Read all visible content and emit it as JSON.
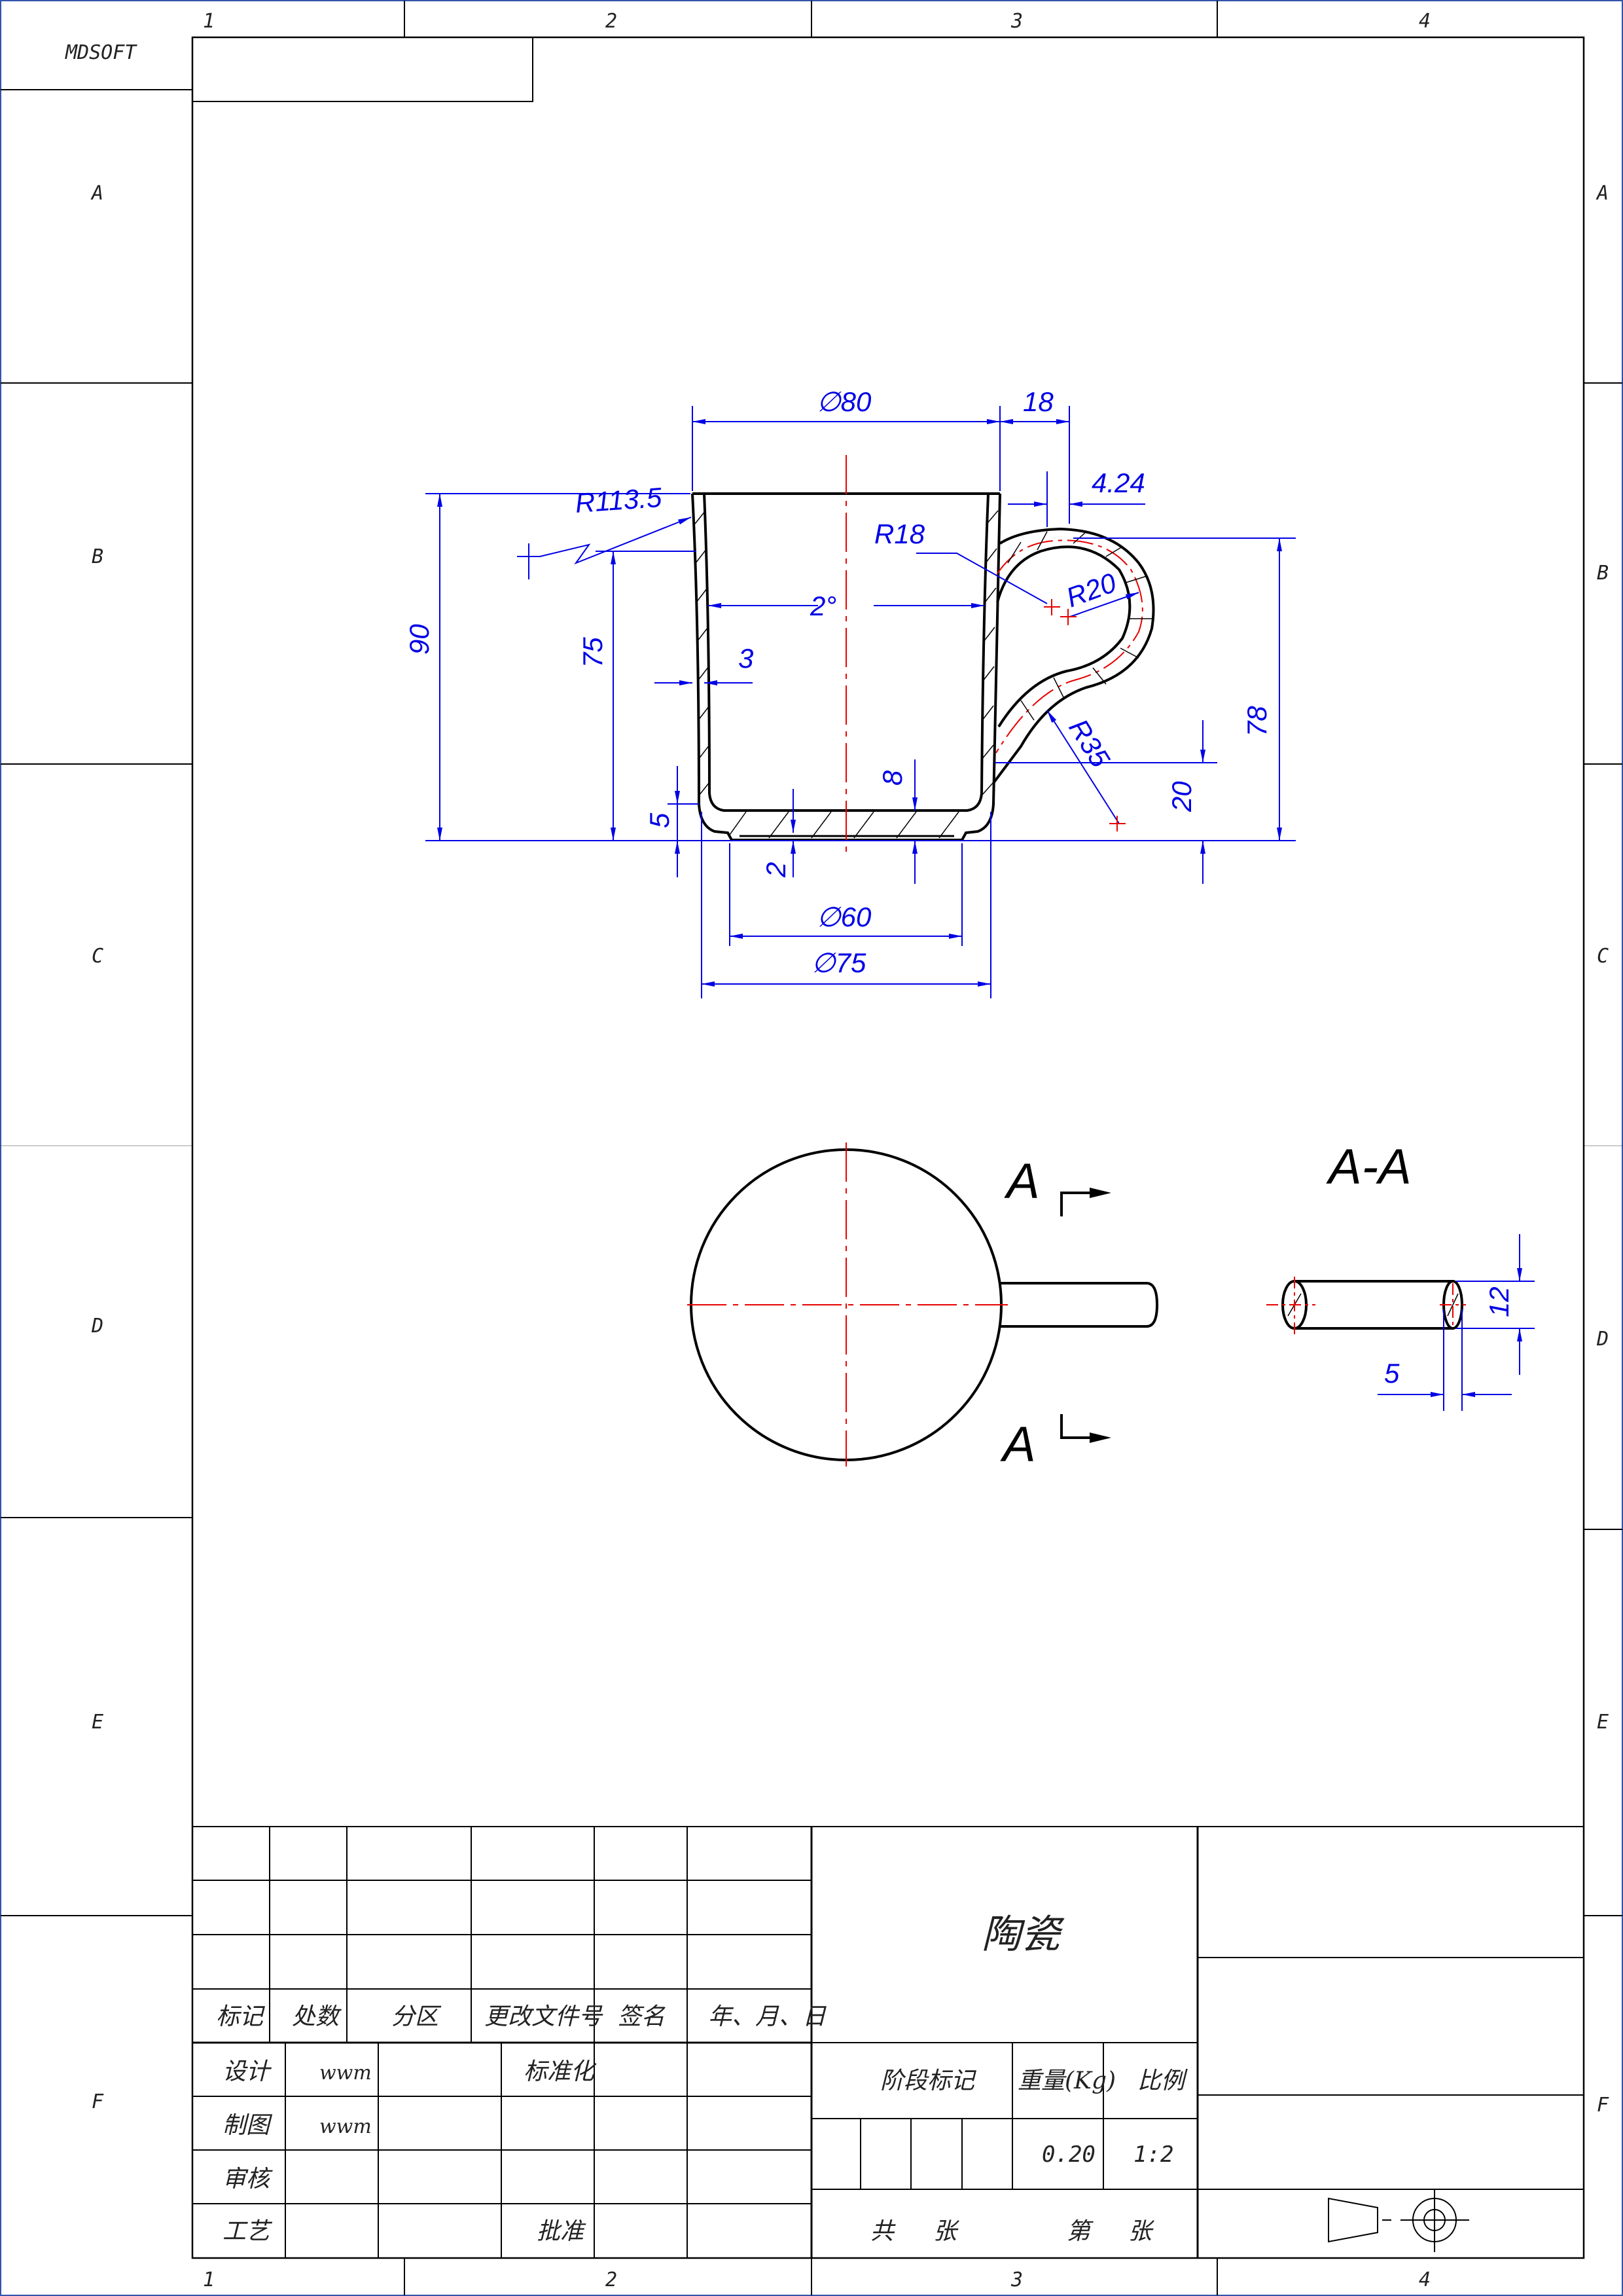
{
  "drawing": {
    "software": "MDSOFT",
    "part_name": "陶瓷",
    "columns": [
      "1",
      "2",
      "3",
      "4"
    ],
    "rows": [
      "A",
      "B",
      "C",
      "D",
      "E",
      "F"
    ],
    "section_label": "A-A",
    "section_mark": "A"
  },
  "dimensions": {
    "dia_top": "∅80",
    "handle_width": "18",
    "handle_offset": "4.24",
    "r_outer_wall": "R113.5",
    "r_handle_inner": "R18",
    "r_handle_outer": "R20",
    "r_handle_lower": "R35",
    "height_total": "90",
    "height_inner": "75",
    "wall_thickness": "3",
    "draft_angle": "2°",
    "base_thickness": "8",
    "foot_height": "5",
    "foot_step": "2",
    "dia_foot_inner": "∅60",
    "dia_foot_outer": "∅75",
    "handle_height": "78",
    "handle_bottom": "20",
    "section_dia": "12",
    "section_width": "5"
  },
  "title_block": {
    "rev_headers": [
      "标记",
      "处数",
      "分区",
      "更改文件号",
      "签名",
      "年、月、日"
    ],
    "design": "设计",
    "designer": "wwm",
    "standard": "标准化",
    "drawn": "制图",
    "drafter": "wwm",
    "check": "审核",
    "process": "工艺",
    "approve": "批准",
    "stage_mark": "阶段标记",
    "weight_label": "重量(Kg)",
    "scale_label": "比例",
    "weight": "0.20",
    "scale": "1:2",
    "total": "共",
    "sheet": "张",
    "number": "第",
    "sheet2": "张"
  }
}
